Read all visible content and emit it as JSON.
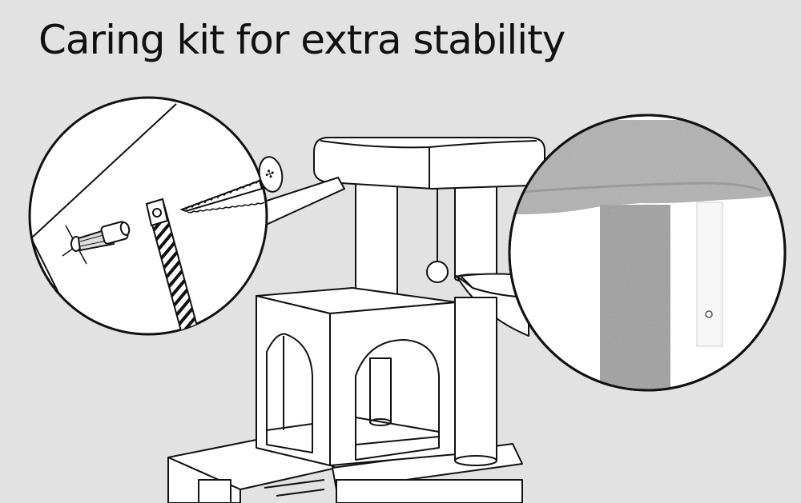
{
  "headline": "Caring kit for extra stability",
  "colors": {
    "background": "#e2e2e2",
    "line": "#111111",
    "fill": "#ffffff",
    "plush": "#9a9a9a",
    "plush_light": "#b0b0b0"
  },
  "illustration": {
    "left_callout": "wall anchor, screw and strap detail",
    "center": "cat tree line drawing",
    "right_callout": "plush post with safety strap"
  }
}
